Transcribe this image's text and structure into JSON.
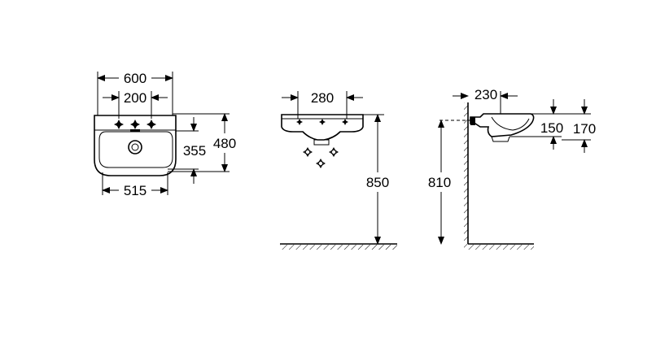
{
  "front_view": {
    "overall_width": "600",
    "tap_spacing": "200",
    "bowl_width": "515",
    "height_to_waste": "355",
    "overall_depth": "480"
  },
  "side_view": {
    "bracket_width": "280",
    "rim_height": "850"
  },
  "profile_view": {
    "projection": "230",
    "depth_small": "150",
    "depth_large": "170",
    "mount_height": "810"
  }
}
